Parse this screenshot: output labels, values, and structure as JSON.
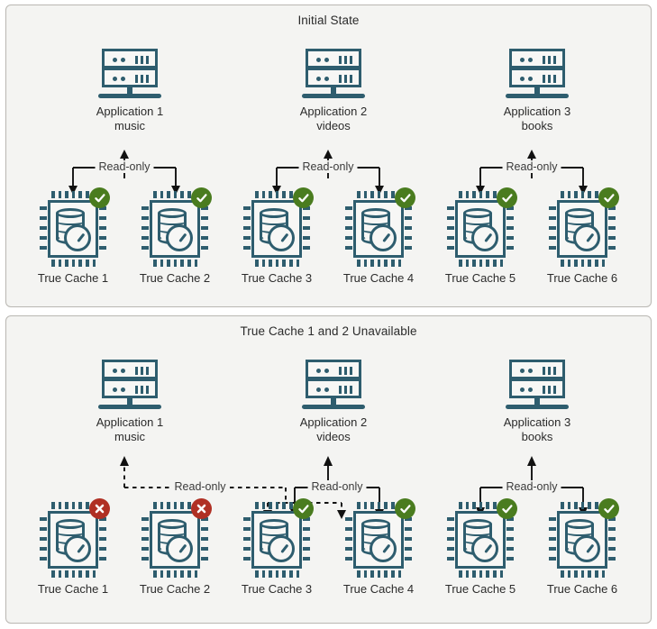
{
  "diagram": {
    "title_top": "Initial State",
    "title_bottom": "True Cache 1 and 2 Unavailable",
    "colors": {
      "icon_teal": "#2e5d6e",
      "status_ok_green": "#4a7c1f",
      "status_bad_red": "#b03024",
      "panel_bg": "#f4f4f2",
      "panel_border": "#b9b7b2",
      "text": "#2b2b2b"
    },
    "edge_label": "Read-only"
  },
  "panels": [
    {
      "id": "initial-state",
      "title": "Initial State",
      "applications": [
        {
          "name": "Application 1",
          "workload": "music",
          "icon": "server-icon"
        },
        {
          "name": "Application 2",
          "workload": "videos",
          "icon": "server-icon"
        },
        {
          "name": "Application 3",
          "workload": "books",
          "icon": "server-icon"
        }
      ],
      "caches": [
        {
          "label": "True Cache 1",
          "status": "available",
          "badge_icon": "check-circle-icon",
          "icon": "true-cache-chip-icon"
        },
        {
          "label": "True Cache 2",
          "status": "available",
          "badge_icon": "check-circle-icon",
          "icon": "true-cache-chip-icon"
        },
        {
          "label": "True Cache 3",
          "status": "available",
          "badge_icon": "check-circle-icon",
          "icon": "true-cache-chip-icon"
        },
        {
          "label": "True Cache 4",
          "status": "available",
          "badge_icon": "check-circle-icon",
          "icon": "true-cache-chip-icon"
        },
        {
          "label": "True Cache 5",
          "status": "available",
          "badge_icon": "check-circle-icon",
          "icon": "true-cache-chip-icon"
        },
        {
          "label": "True Cache 6",
          "status": "available",
          "badge_icon": "check-circle-icon",
          "icon": "true-cache-chip-icon"
        }
      ],
      "connections": [
        {
          "label": "Read-only",
          "style": "solid",
          "from": "Application 1",
          "to": [
            "True Cache 1",
            "True Cache 2"
          ]
        },
        {
          "label": "Read-only",
          "style": "solid",
          "from": "Application 2",
          "to": [
            "True Cache 3",
            "True Cache 4"
          ]
        },
        {
          "label": "Read-only",
          "style": "solid",
          "from": "Application 3",
          "to": [
            "True Cache 5",
            "True Cache 6"
          ]
        }
      ]
    },
    {
      "id": "true-cache-1-and-2-unavailable",
      "title": "True Cache 1 and 2 Unavailable",
      "applications": [
        {
          "name": "Application 1",
          "workload": "music",
          "icon": "server-icon"
        },
        {
          "name": "Application 2",
          "workload": "videos",
          "icon": "server-icon"
        },
        {
          "name": "Application 3",
          "workload": "books",
          "icon": "server-icon"
        }
      ],
      "caches": [
        {
          "label": "True Cache 1",
          "status": "unavailable",
          "badge_icon": "x-circle-icon",
          "icon": "true-cache-chip-icon"
        },
        {
          "label": "True Cache 2",
          "status": "unavailable",
          "badge_icon": "x-circle-icon",
          "icon": "true-cache-chip-icon"
        },
        {
          "label": "True Cache 3",
          "status": "available",
          "badge_icon": "check-circle-icon",
          "icon": "true-cache-chip-icon"
        },
        {
          "label": "True Cache 4",
          "status": "available",
          "badge_icon": "check-circle-icon",
          "icon": "true-cache-chip-icon"
        },
        {
          "label": "True Cache 5",
          "status": "available",
          "badge_icon": "check-circle-icon",
          "icon": "true-cache-chip-icon"
        },
        {
          "label": "True Cache 6",
          "status": "available",
          "badge_icon": "check-circle-icon",
          "icon": "true-cache-chip-icon"
        }
      ],
      "connections": [
        {
          "label": "Read-only",
          "style": "dashed",
          "from": "Application 1",
          "to": [
            "True Cache 3",
            "True Cache 4"
          ]
        },
        {
          "label": "Read-only",
          "style": "solid",
          "from": "Application 2",
          "to": [
            "True Cache 3",
            "True Cache 4"
          ]
        },
        {
          "label": "Read-only",
          "style": "solid",
          "from": "Application 3",
          "to": [
            "True Cache 5",
            "True Cache 6"
          ]
        }
      ]
    }
  ]
}
